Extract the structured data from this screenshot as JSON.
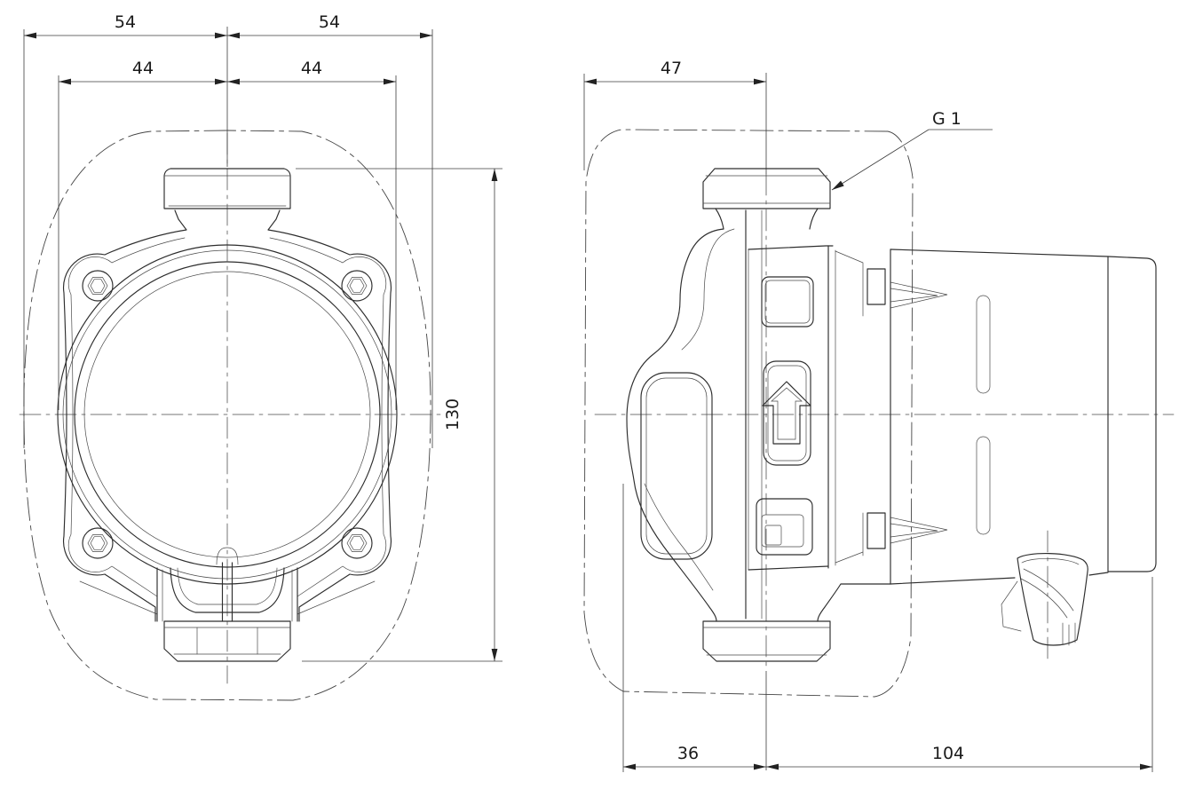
{
  "title": "circulator-pump-dimensional-drawing",
  "colors": {
    "background": "#ffffff",
    "line": "#2d2d2d",
    "dimension_line": "#3c3c3c",
    "text": "#1a1a1a"
  },
  "views": {
    "front": {
      "label": "front-view",
      "dims": {
        "width_left": "54",
        "width_right": "54",
        "flange_left": "44",
        "flange_right": "44",
        "height": "130"
      }
    },
    "side": {
      "label": "side-view",
      "dims": {
        "depth_front": "47",
        "depth_volute": "36",
        "depth_motor": "104"
      },
      "callouts": {
        "port_thread": "G 1"
      }
    }
  }
}
